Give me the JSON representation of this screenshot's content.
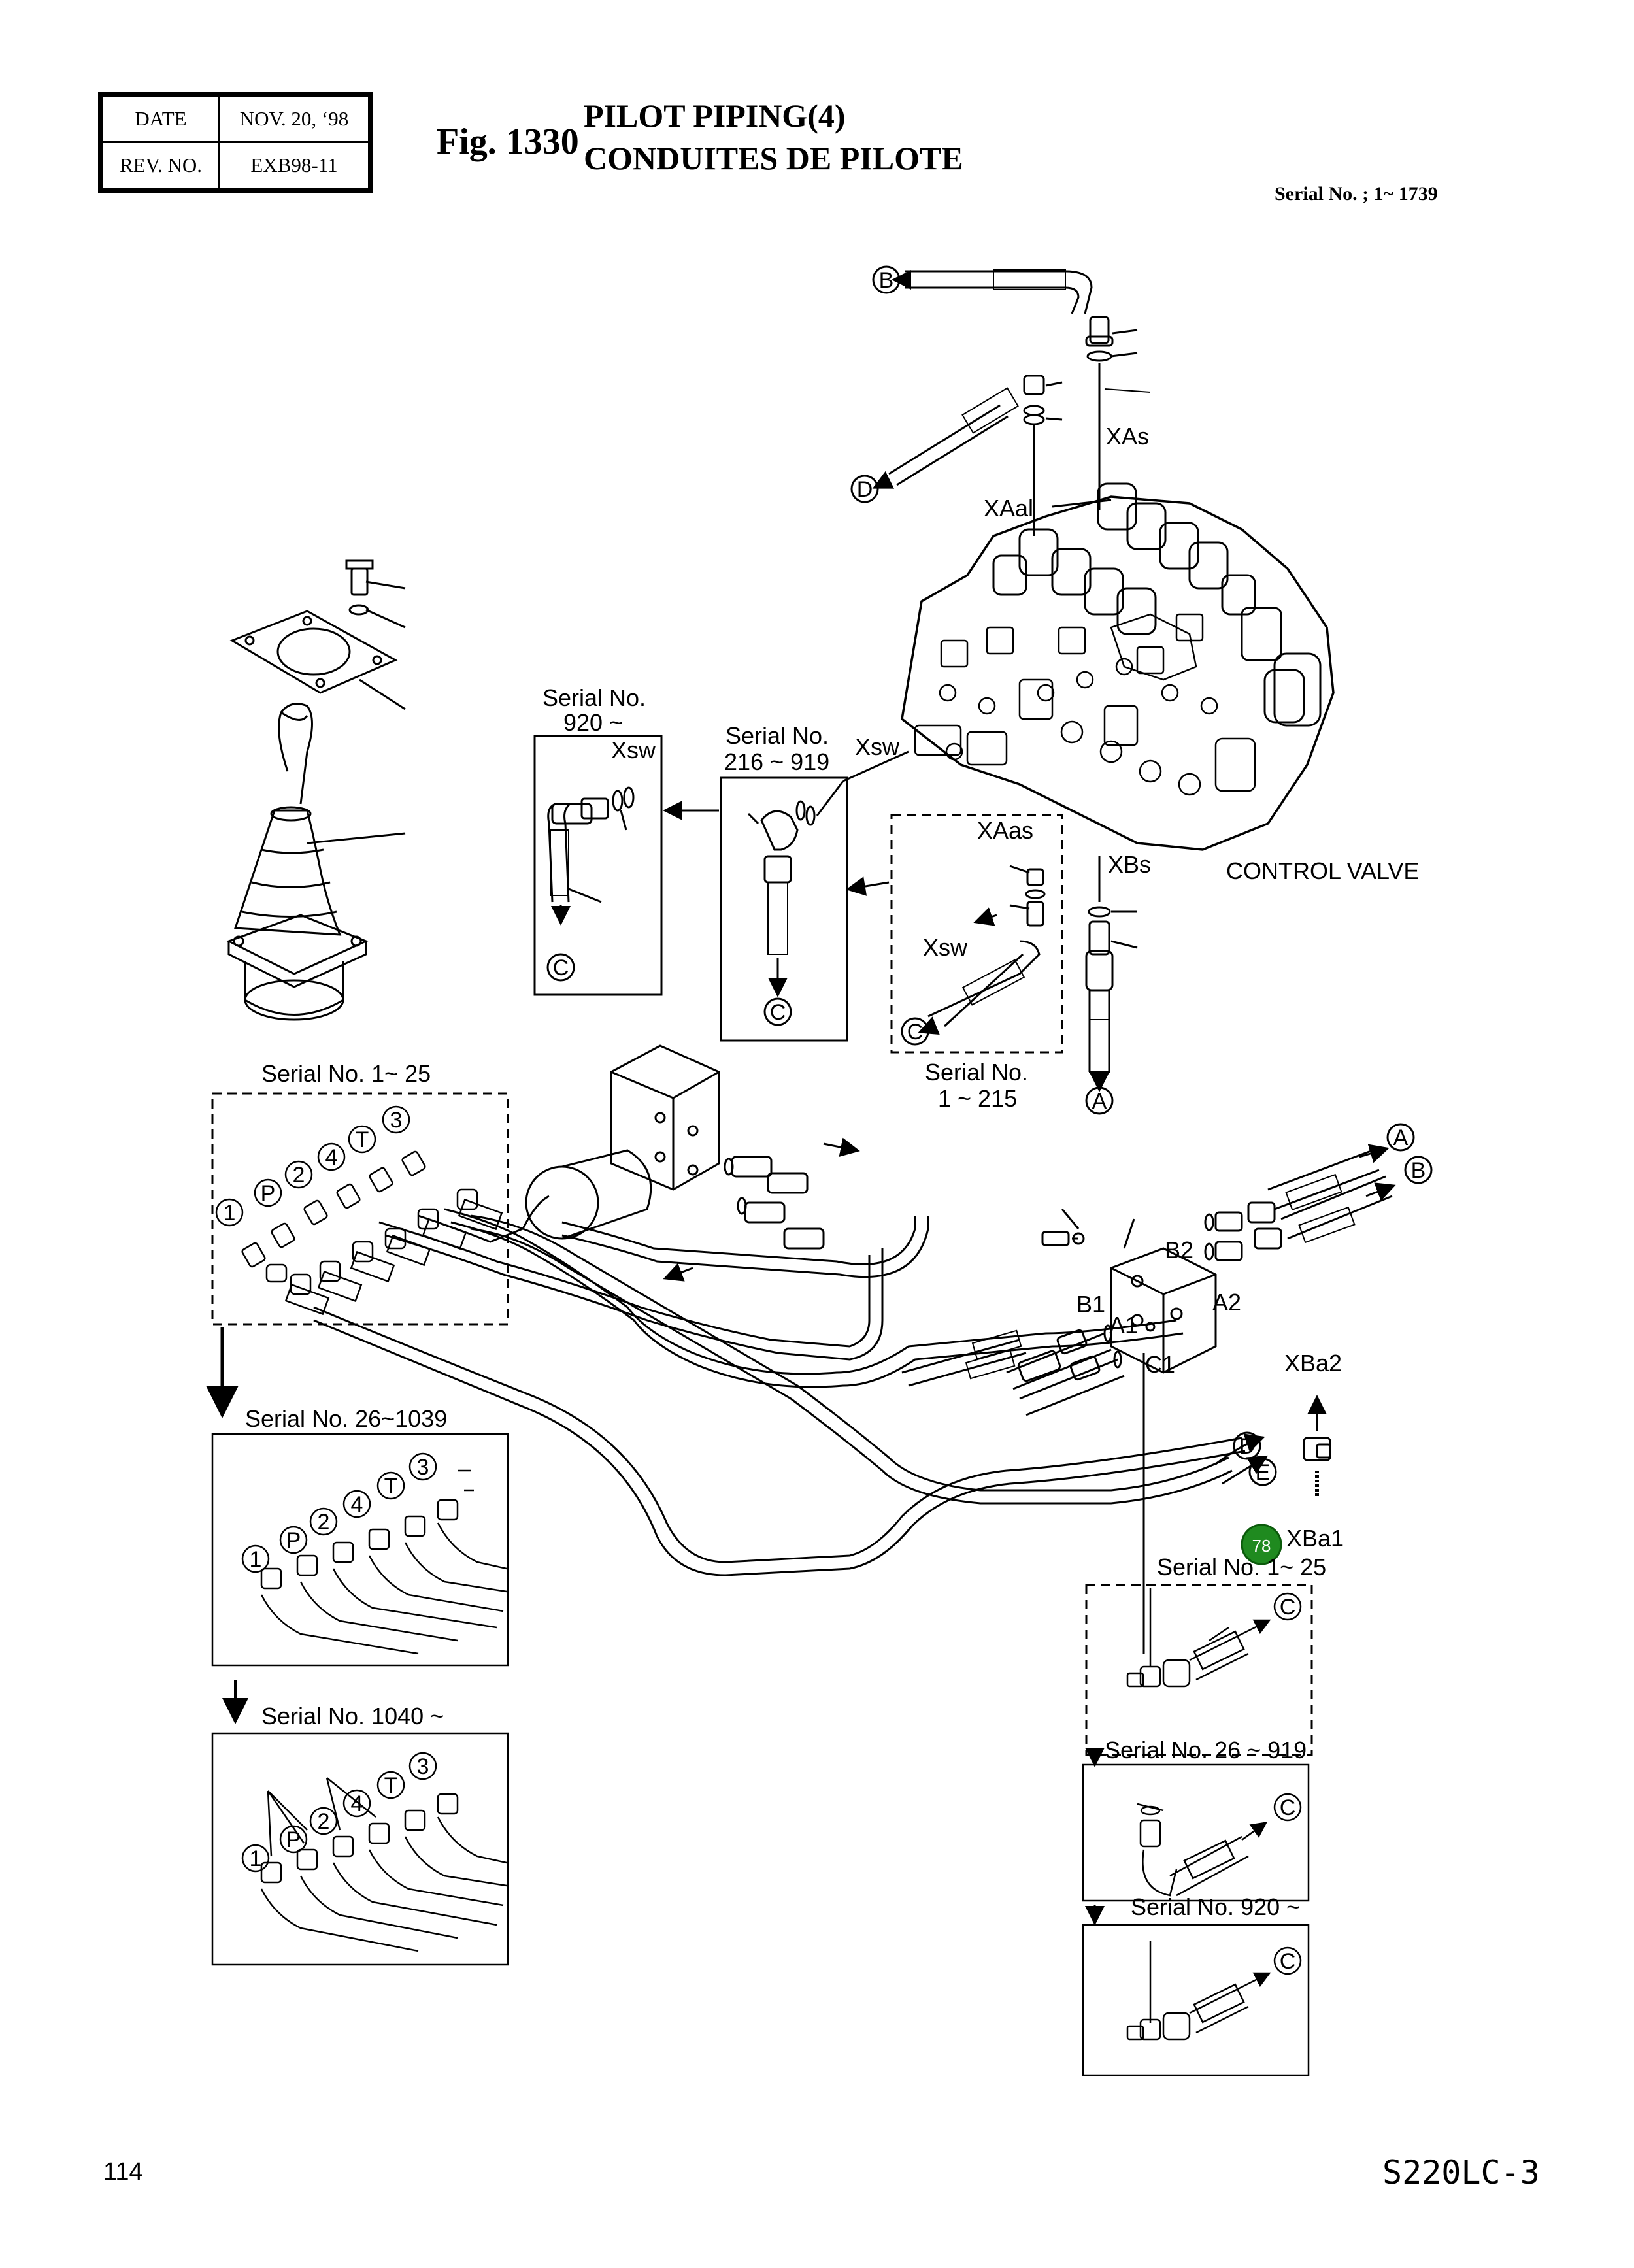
{
  "header": {
    "date_label": "DATE",
    "date_value": "NOV. 20, ‘98",
    "rev_label": "REV. NO.",
    "rev_value": "EXB98-11",
    "fig_label": "Fig. 1330",
    "title_line1": "PILOT PIPING(4)",
    "title_line2": "CONDUITES DE PILOTE",
    "serial_range": "Serial No. ; 1~ 1739"
  },
  "callouts": {
    "B_top": "B",
    "D_top": "D",
    "XAs": "XAs",
    "XAal": "XAal",
    "Xsw_main": "Xsw",
    "XAas": "XAas",
    "Xsw_inset": "Xsw",
    "C_inset1": "C",
    "XBs": "XBs",
    "A_bottom": "A",
    "control_valve": "CONTROL VALVE",
    "C_serial920": "C",
    "C_serial216": "C",
    "A_right": "A",
    "B_right": "B",
    "B2": "B2",
    "A2": "A2",
    "B1": "B1",
    "A1": "A1",
    "C1": "C1",
    "XBa2": "XBa2",
    "D_right": "D",
    "E_right": "E",
    "XBa1": "XBa1",
    "badge_78": "78",
    "C_sec1": "C",
    "C_sec2": "C",
    "C_sec3": "C"
  },
  "serial_notes": {
    "s920_line1": "Serial No.",
    "s920_line2": "920 ~",
    "s920_xsw": "Xsw",
    "s216_line1": "Serial No.",
    "s216_line2": "216 ~ 919",
    "s1_215_line1": "Serial No.",
    "s1_215_line2": "1 ~ 215",
    "s1_25_left": "Serial No. 1~ 25",
    "s26_1039": "Serial No. 26~1039",
    "s1040": "Serial No. 1040 ~",
    "s1_25_right": "Serial No. 1~ 25",
    "s26_919": "Serial No. 26 ~ 919",
    "s920_right": "Serial No. 920 ~"
  },
  "port_labels": {
    "group1": [
      "1",
      "P",
      "2",
      "4",
      "T",
      "3"
    ],
    "group2": [
      "1",
      "P",
      "2",
      "4",
      "T",
      "3"
    ],
    "group3": [
      "1",
      "P",
      "2",
      "4",
      "T",
      "3"
    ]
  },
  "footer": {
    "page_number": "114",
    "model": "S220LC-3"
  }
}
